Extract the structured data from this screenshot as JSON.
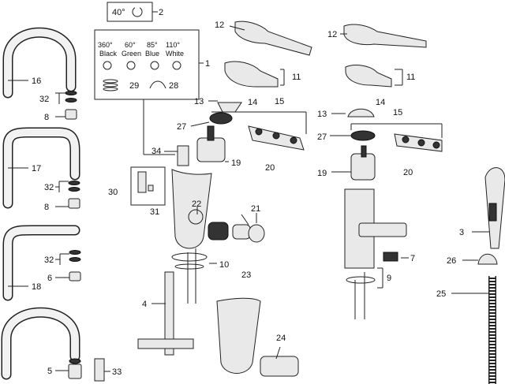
{
  "callouts": {
    "p1": "1",
    "p2": "2",
    "p3": "3",
    "p4": "4",
    "p5": "5",
    "p6": "6",
    "p7": "7",
    "p8": "8",
    "p9": "9",
    "p10": "10",
    "p11a": "11",
    "p11b": "11",
    "p12a": "12",
    "p12b": "12",
    "p13a": "13",
    "p13b": "13",
    "p14a": "14",
    "p14b": "14",
    "p15a": "15",
    "p15b": "15",
    "p16": "16",
    "p17": "17",
    "p18": "18",
    "p19a": "19",
    "p19b": "19",
    "p20a": "20",
    "p20b": "20",
    "p21": "21",
    "p22": "22",
    "p23": "23",
    "p24": "24",
    "p25": "25",
    "p26": "26",
    "p27a": "27",
    "p27b": "27",
    "p28": "28",
    "p29": "29",
    "p30": "30",
    "p31": "31",
    "p32a": "32",
    "p32b": "32",
    "p32c": "32",
    "p33": "33",
    "p34": "34"
  },
  "limiter_box": {
    "angle": "40°",
    "options": [
      {
        "angle": "360°",
        "color": "Black"
      },
      {
        "angle": "60°",
        "color": "Green"
      },
      {
        "angle": "85°",
        "color": "Blue"
      },
      {
        "angle": "110°",
        "color": "White"
      }
    ]
  }
}
